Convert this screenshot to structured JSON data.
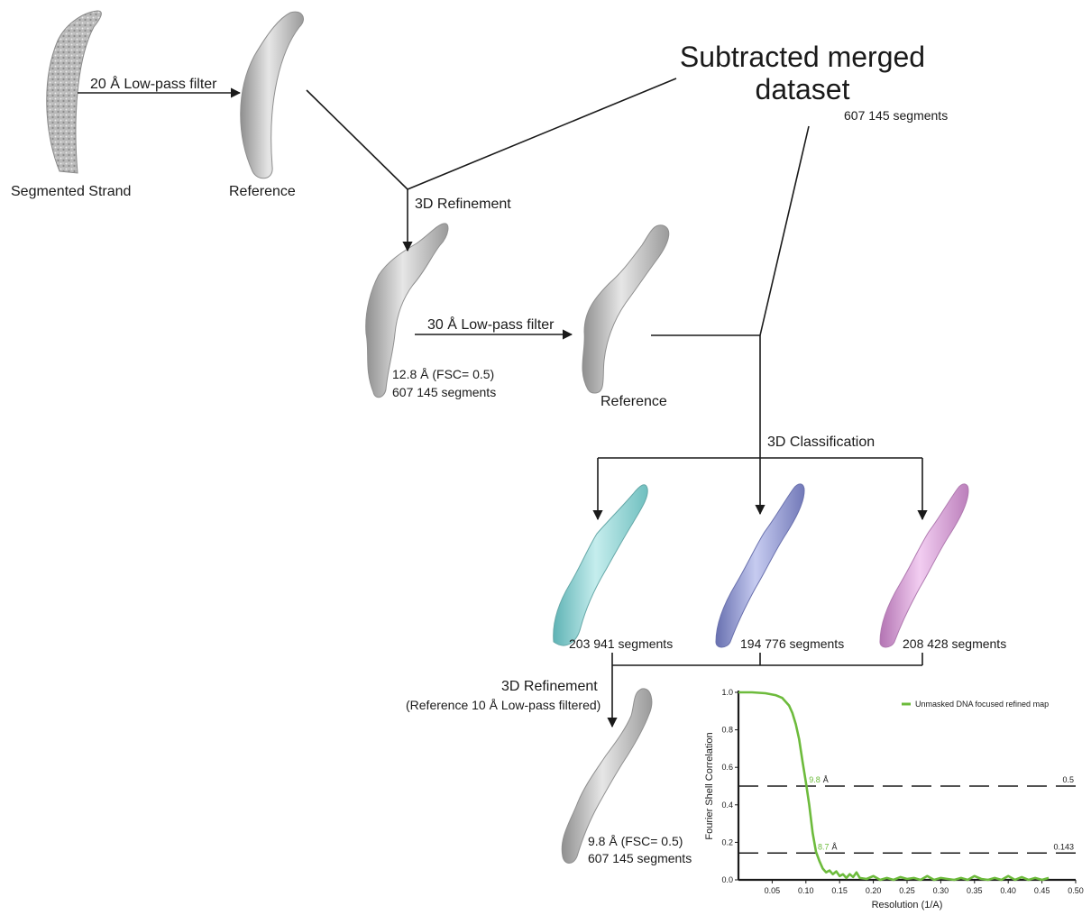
{
  "title_lines": [
    "Subtracted merged",
    "dataset"
  ],
  "steps": {
    "segmented_strand": "Segmented Strand",
    "lowpass_20": "20 Å Low-pass filter",
    "reference_1": "Reference",
    "refinement_1": "3D Refinement",
    "title_segments": "607 145 segments",
    "refined_resolution": "12.8 Å (FSC= 0.5)",
    "refined_segments": "607 145 segments",
    "lowpass_30": "30 Å Low-pass filter",
    "reference_2": "Reference",
    "classification": "3D Classification",
    "class_1_segments": "203 941 segments",
    "class_2_segments": "194 776 segments",
    "class_3_segments": "208 428 segments",
    "refinement_2": "3D Refinement",
    "refinement_2_note": "(Reference 10 Å Low-pass filtered)",
    "final_resolution": "9.8 Å (FSC= 0.5)",
    "final_segments": "607 145 segments"
  },
  "colors": {
    "map_gray": "#c8c8c8",
    "class_1": "#8fd3d3",
    "class_2": "#8d94cc",
    "class_3": "#d79ad6",
    "fsc_curve": "#6dbb3c"
  },
  "chart_data": {
    "type": "line",
    "xlabel": "Resolution (1/A)",
    "ylabel": "Fourier Shell Correlation",
    "xlim": [
      0,
      0.5
    ],
    "ylim": [
      0,
      1.0
    ],
    "x_ticks": [
      "0.05",
      "0.10",
      "0.15",
      "0.20",
      "0.25",
      "0.30",
      "0.35",
      "0.40",
      "0.45",
      "0.50"
    ],
    "y_ticks": [
      "0.0",
      "0.2",
      "0.4",
      "0.6",
      "0.8",
      "1.0"
    ],
    "legend": "Unmasked DNA focused refined map",
    "legend_position": "top-right",
    "thresholds": [
      {
        "value": 0.5,
        "label": "0.5"
      },
      {
        "value": 0.143,
        "label": "0.143"
      }
    ],
    "annotations": [
      {
        "x": 0.102,
        "y": 0.5,
        "label_value": "9.8",
        "label_unit": "Å"
      },
      {
        "x": 0.115,
        "y": 0.143,
        "label_value": "8.7",
        "label_unit": "Å"
      }
    ],
    "series": [
      {
        "name": "Unmasked DNA focused refined map",
        "x": [
          0.0,
          0.02,
          0.04,
          0.055,
          0.065,
          0.075,
          0.08,
          0.085,
          0.09,
          0.095,
          0.1,
          0.105,
          0.11,
          0.115,
          0.12,
          0.125,
          0.13,
          0.135,
          0.14,
          0.145,
          0.15,
          0.155,
          0.16,
          0.165,
          0.17,
          0.175,
          0.18,
          0.19,
          0.2,
          0.21,
          0.22,
          0.23,
          0.24,
          0.25,
          0.26,
          0.27,
          0.28,
          0.29,
          0.3,
          0.31,
          0.32,
          0.33,
          0.34,
          0.35,
          0.36,
          0.37,
          0.38,
          0.39,
          0.4,
          0.41,
          0.42,
          0.43,
          0.44,
          0.45,
          0.46
        ],
        "y": [
          1.0,
          1.0,
          0.995,
          0.985,
          0.97,
          0.93,
          0.89,
          0.83,
          0.75,
          0.63,
          0.52,
          0.4,
          0.25,
          0.15,
          0.1,
          0.06,
          0.04,
          0.05,
          0.03,
          0.045,
          0.02,
          0.03,
          0.01,
          0.03,
          0.015,
          0.04,
          0.01,
          0.005,
          0.02,
          0.0,
          0.01,
          0.0,
          0.015,
          0.005,
          0.01,
          0.0,
          0.02,
          0.0,
          0.01,
          0.005,
          0.0,
          0.01,
          0.0,
          0.02,
          0.005,
          0.0,
          0.01,
          0.0,
          0.02,
          0.0,
          0.015,
          0.0,
          0.01,
          0.0,
          0.01
        ]
      }
    ]
  }
}
